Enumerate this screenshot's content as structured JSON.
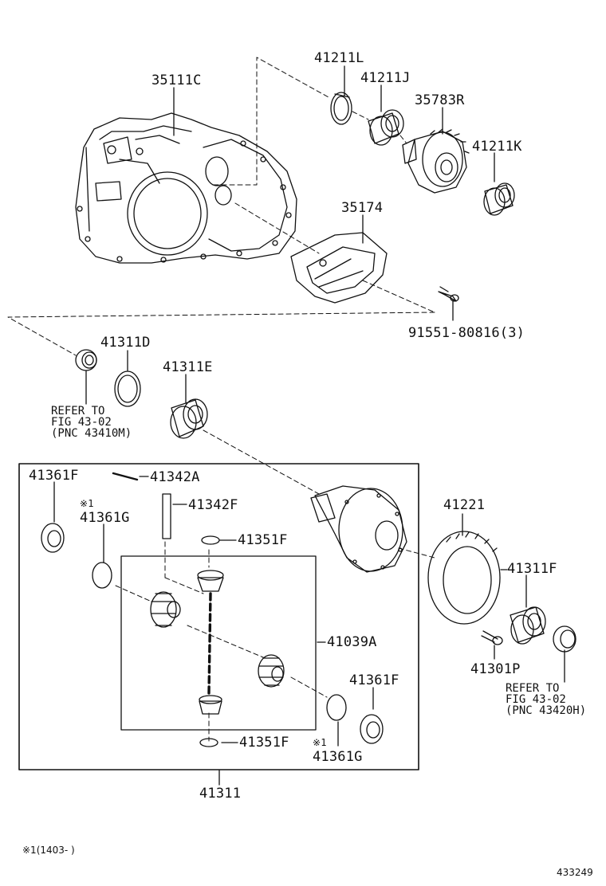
{
  "labels": {
    "p35111C": "35111C",
    "p41211L": "41211L",
    "p41211J": "41211J",
    "p35783R": "35783R",
    "p41211K": "41211K",
    "p35174": "35174",
    "p91551": "91551-80816(3)",
    "p41311D": "41311D",
    "p41311E": "41311E",
    "p41361F_a": "41361F",
    "p41342A": "41342A",
    "p41342F": "41342F",
    "p41361G_a": "41361G",
    "p41351F_a": "41351F",
    "p41221": "41221",
    "p41311F": "41311F",
    "p41039A": "41039A",
    "p41361F_b": "41361F",
    "p41301P": "41301P",
    "p41351F_b": "41351F",
    "p41361G_b": "41361G",
    "p41311": "41311"
  },
  "refs": {
    "left": [
      "REFER TO",
      "FIG 43-02",
      "(PNC 43410M)"
    ],
    "right": [
      "REFER TO",
      "FIG 43-02",
      "(PNC 43420H)"
    ]
  },
  "marks": {
    "m1": "※1",
    "m2": "※1"
  },
  "footnote": "※1(1403-      )",
  "figure_number": "433249"
}
